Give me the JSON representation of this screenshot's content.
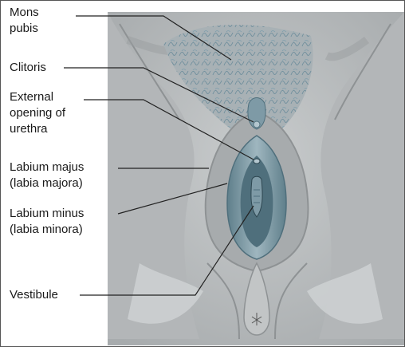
{
  "labels": {
    "mons_pubis": [
      "Mons",
      "pubis"
    ],
    "clitoris": [
      "Clitoris"
    ],
    "urethra": [
      "External",
      "opening of",
      "urethra"
    ],
    "labium_majus": [
      "Labium majus",
      "(labia majora)"
    ],
    "labium_minus": [
      "Labium minus",
      "(labia minora)"
    ],
    "vestibule": [
      "Vestibule"
    ]
  },
  "colors": {
    "skin_base": "#b9bcbe",
    "skin_dark": "#8e9294",
    "skin_light": "#d7d9da",
    "hair": "#6f8e9c",
    "mucosa_dark": "#4f6f7c",
    "mucosa_mid": "#7e9aa6",
    "mucosa_light": "#b4c7cf",
    "leader_line": "#222222"
  }
}
